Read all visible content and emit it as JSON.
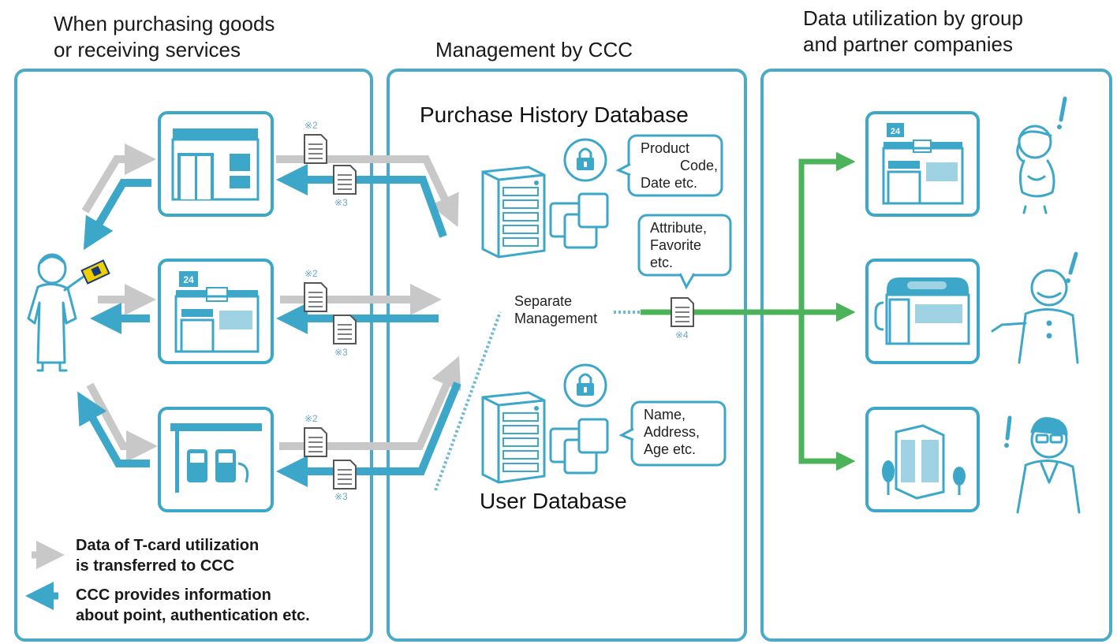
{
  "columns": {
    "left_title_line1": "When purchasing goods",
    "left_title_line2": "or receiving services",
    "middle_title": "Management by CCC",
    "right_title_line1": "Data utilization by group",
    "right_title_line2": "and partner companies"
  },
  "databases": {
    "purchase_history": "Purchase History Database",
    "user": "User Database"
  },
  "bubbles": {
    "purchase_line1": "Product",
    "purchase_line2": "Code,",
    "purchase_line3": "Date etc.",
    "attribute_line1": "Attribute,",
    "attribute_line2": "Favorite",
    "attribute_line3": "etc.",
    "user_line1": "Name,",
    "user_line2": "Address,",
    "user_line3": "Age etc."
  },
  "separate": {
    "line1": "Separate",
    "line2": "Management"
  },
  "notes": {
    "n2": "※2",
    "n3": "※3",
    "n4": "※4"
  },
  "store_sign": "24",
  "legend": {
    "gray_line1": "Data of T-card utilization",
    "gray_line2": "is transferred to CCC",
    "blue_line1": "CCC provides information",
    "blue_line2": "about point, authentication etc."
  },
  "colors": {
    "panel_border": "#4aaac8",
    "gray_arrow": "#c8c8c8",
    "blue_arrow": "#3da7c9",
    "green_arrow": "#4db35a",
    "icon_stroke": "#3da7c9"
  }
}
